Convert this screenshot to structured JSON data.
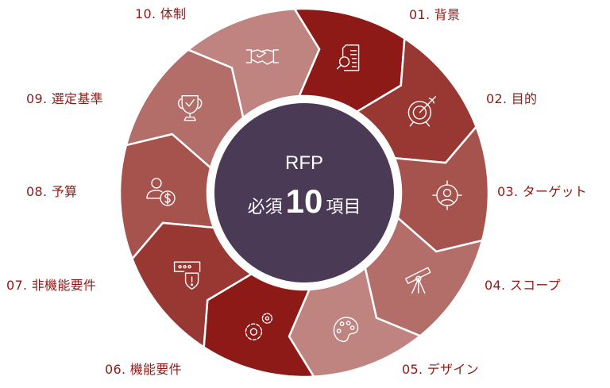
{
  "center": {
    "title": "RFP",
    "prefix": "必須",
    "number": "10",
    "suffix": "項目",
    "color": "#4b3a55"
  },
  "label_color": "#8e1a17",
  "items": [
    {
      "label": "01. 背景",
      "icon": "document-search-icon",
      "color": "#8e1a17"
    },
    {
      "label": "02. 目的",
      "icon": "target-arrow-icon",
      "color": "#993832"
    },
    {
      "label": "03. ターゲット",
      "icon": "person-crosshair-icon",
      "color": "#a6534e"
    },
    {
      "label": "04. スコープ",
      "icon": "telescope-icon",
      "color": "#b46e6a"
    },
    {
      "label": "05. デザイン",
      "icon": "palette-icon",
      "color": "#bf8480"
    },
    {
      "label": "06. 機能要件",
      "icon": "gears-icon",
      "color": "#8e1a17"
    },
    {
      "label": "07. 非機能要件",
      "icon": "shield-alert-icon",
      "color": "#993832"
    },
    {
      "label": "08. 予算",
      "icon": "person-dollar-icon",
      "color": "#a6534e"
    },
    {
      "label": "09. 選定基準",
      "icon": "trophy-icon",
      "color": "#b46e6a"
    },
    {
      "label": "10. 体制",
      "icon": "handshake-icon",
      "color": "#bf8480"
    }
  ]
}
